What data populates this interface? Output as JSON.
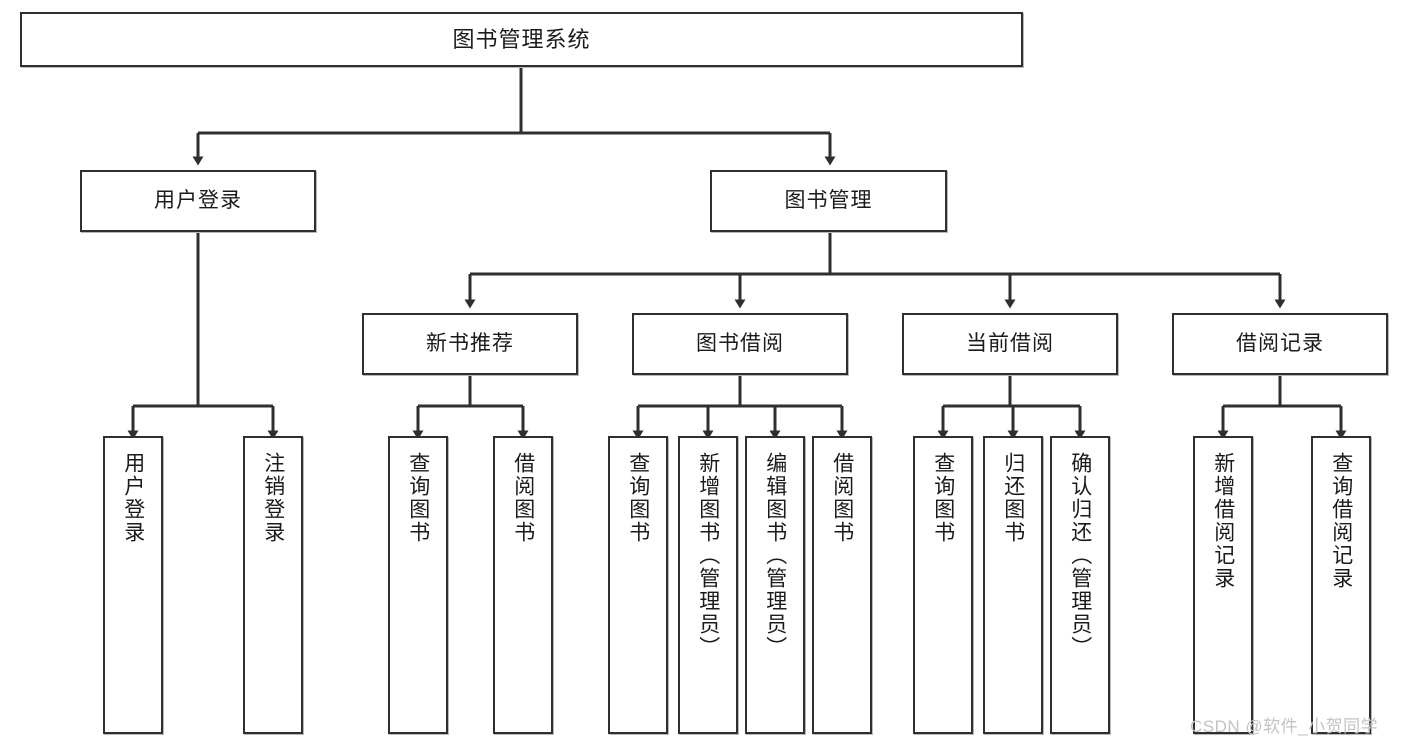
{
  "diagram": {
    "title": "图书管理系统",
    "type": "hierarchy-tree",
    "levels": 4,
    "root": {
      "label": "图书管理系统"
    },
    "level2": [
      {
        "label": "用户登录"
      },
      {
        "label": "图书管理"
      }
    ],
    "level3": [
      {
        "label": "新书推荐"
      },
      {
        "label": "图书借阅"
      },
      {
        "label": "当前借阅"
      },
      {
        "label": "借阅记录"
      }
    ],
    "leaves": {
      "user_login": [
        {
          "label": "用户登录"
        },
        {
          "label": "注销登录"
        }
      ],
      "new_book_recommend": [
        {
          "label": "查询图书"
        },
        {
          "label": "借阅图书"
        }
      ],
      "book_borrow": [
        {
          "label": "查询图书"
        },
        {
          "label": "新增图书（管理员）"
        },
        {
          "label": "编辑图书（管理员）"
        },
        {
          "label": "借阅图书"
        }
      ],
      "current_borrow": [
        {
          "label": "查询图书"
        },
        {
          "label": "归还图书"
        },
        {
          "label": "确认归还（管理员）"
        }
      ],
      "borrow_record": [
        {
          "label": "新增借阅记录"
        },
        {
          "label": "查询借阅记录"
        }
      ]
    }
  },
  "watermark": {
    "text": "CSDN @软件_小贺同学"
  },
  "colors": {
    "box_border": "#2f2f2f",
    "box_fill": "#ffffff",
    "connector": "#2f2f2f",
    "text": "#1b1b1b",
    "watermark": "#c3c3c3"
  }
}
